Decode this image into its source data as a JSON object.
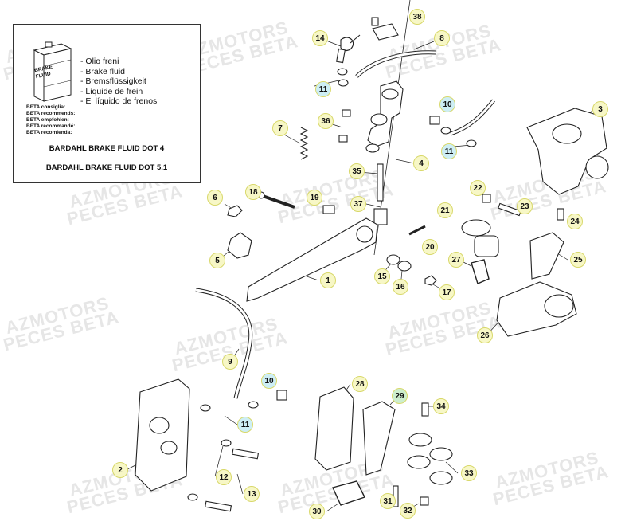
{
  "legend": {
    "can_label": [
      "BRAKE",
      "FLUID"
    ],
    "fluid_names": [
      "- Olio freni",
      "- Brake fluid",
      "- Bremsflüssigkeit",
      "- Liquide de frein",
      "- El líquido de frenos"
    ],
    "recommendations": [
      "BETA consiglia:",
      "BETA recommends:",
      "BETA empfohlen:",
      "BETA recommandé:",
      "BETA recomienda:"
    ],
    "products": [
      "BARDAHL BRAKE FLUID DOT 4",
      "BARDAHL BRAKE FLUID DOT 5.1"
    ]
  },
  "watermark": {
    "lines": [
      "AZMOTORS",
      "PECES BETA"
    ],
    "color": "#e6e6e6"
  },
  "callout_colors": {
    "default": "#f7f7c6",
    "highlight": "#cdeef5",
    "green": "#cdeecd"
  },
  "callouts": [
    {
      "n": "38",
      "kind": "default"
    },
    {
      "n": "14",
      "kind": "default"
    },
    {
      "n": "8",
      "kind": "default"
    },
    {
      "n": "11",
      "kind": "highlight"
    },
    {
      "n": "10",
      "kind": "highlight"
    },
    {
      "n": "3",
      "kind": "default"
    },
    {
      "n": "7",
      "kind": "default"
    },
    {
      "n": "36",
      "kind": "default"
    },
    {
      "n": "11",
      "kind": "highlight"
    },
    {
      "n": "4",
      "kind": "default"
    },
    {
      "n": "35",
      "kind": "default"
    },
    {
      "n": "22",
      "kind": "default"
    },
    {
      "n": "6",
      "kind": "default"
    },
    {
      "n": "18",
      "kind": "default"
    },
    {
      "n": "19",
      "kind": "default"
    },
    {
      "n": "37",
      "kind": "default"
    },
    {
      "n": "21",
      "kind": "default"
    },
    {
      "n": "23",
      "kind": "default"
    },
    {
      "n": "24",
      "kind": "default"
    },
    {
      "n": "20",
      "kind": "default"
    },
    {
      "n": "5",
      "kind": "default"
    },
    {
      "n": "27",
      "kind": "default"
    },
    {
      "n": "25",
      "kind": "default"
    },
    {
      "n": "1",
      "kind": "default"
    },
    {
      "n": "15",
      "kind": "default"
    },
    {
      "n": "16",
      "kind": "default"
    },
    {
      "n": "17",
      "kind": "default"
    },
    {
      "n": "26",
      "kind": "default"
    },
    {
      "n": "9",
      "kind": "default"
    },
    {
      "n": "10",
      "kind": "highlight"
    },
    {
      "n": "28",
      "kind": "default"
    },
    {
      "n": "29",
      "kind": "green"
    },
    {
      "n": "11",
      "kind": "highlight"
    },
    {
      "n": "34",
      "kind": "default"
    },
    {
      "n": "2",
      "kind": "default"
    },
    {
      "n": "33",
      "kind": "default"
    },
    {
      "n": "12",
      "kind": "default"
    },
    {
      "n": "13",
      "kind": "default"
    },
    {
      "n": "31",
      "kind": "default"
    },
    {
      "n": "30",
      "kind": "default"
    },
    {
      "n": "32",
      "kind": "default"
    }
  ]
}
